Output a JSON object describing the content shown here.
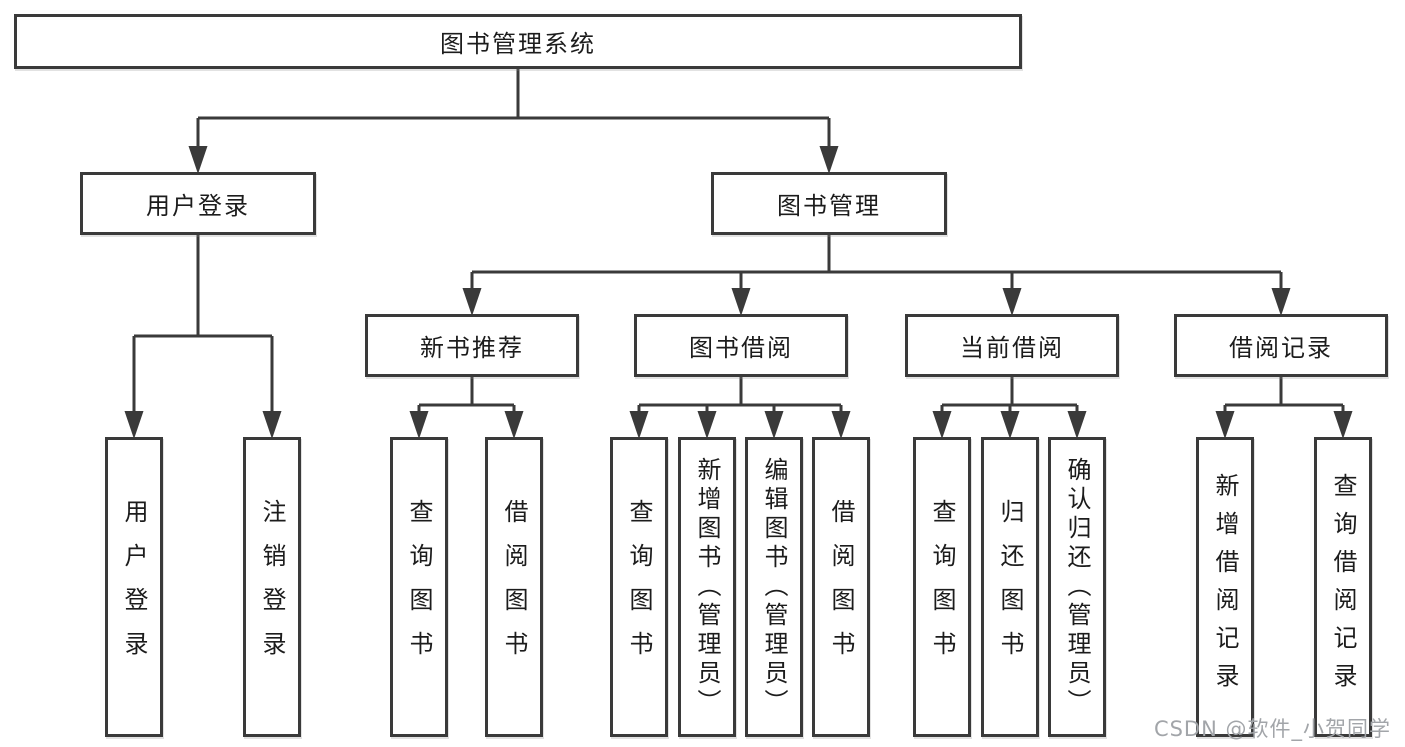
{
  "diagram": {
    "type": "hierarchy-tree",
    "colors": {
      "line": "#3a3a3a",
      "border": "#3a3a3a",
      "text": "#1c1c1c",
      "watermark": "#a2a5a9",
      "background": "#ffffff"
    },
    "watermark": "CSDN @软件_小贺同学",
    "root": {
      "label": "图书管理系统",
      "children": [
        {
          "label": "用户登录",
          "children": [
            {
              "label": "用户登录"
            },
            {
              "label": "注销登录"
            }
          ]
        },
        {
          "label": "图书管理",
          "children": [
            {
              "label": "新书推荐",
              "children": [
                {
                  "label": "查询图书"
                },
                {
                  "label": "借阅图书"
                }
              ]
            },
            {
              "label": "图书借阅",
              "children": [
                {
                  "label": "查询图书"
                },
                {
                  "label": "新增图书（管理员）"
                },
                {
                  "label": "编辑图书（管理员）"
                },
                {
                  "label": "借阅图书"
                }
              ]
            },
            {
              "label": "当前借阅",
              "children": [
                {
                  "label": "查询图书"
                },
                {
                  "label": "归还图书"
                },
                {
                  "label": "确认归还（管理员）"
                }
              ]
            },
            {
              "label": "借阅记录",
              "children": [
                {
                  "label": "新增借阅记录"
                },
                {
                  "label": "查询借阅记录"
                }
              ]
            }
          ]
        }
      ]
    }
  }
}
